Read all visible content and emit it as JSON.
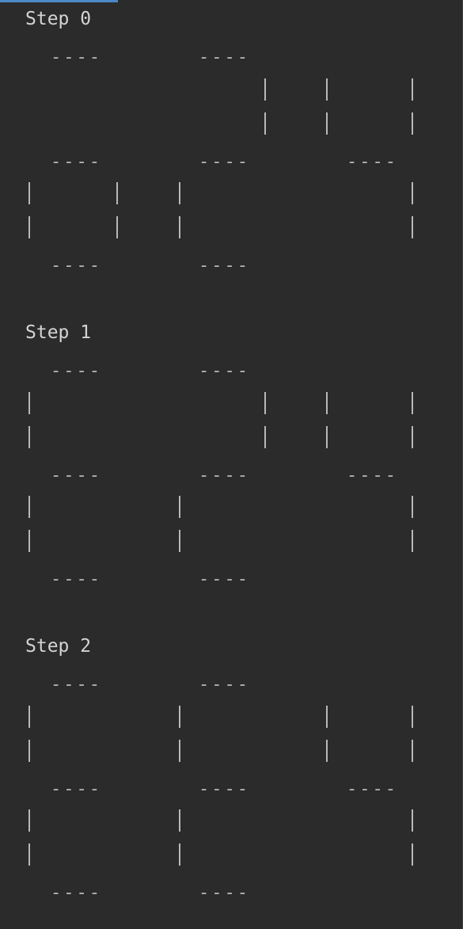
{
  "tab": {
    "accent_color": "#4a88c7"
  },
  "colors": {
    "background": "#2b2b2b",
    "text": "#d4d4d4",
    "segment": "#b8b8b8"
  },
  "console": {
    "steps": [
      {
        "label": "Step 0",
        "board": {
          "top_row": [
            "----",
            "----",
            ""
          ],
          "upper_bars": [
            false,
            false,
            false,
            true,
            true,
            true
          ],
          "middle_row": [
            "----",
            "----",
            "----"
          ],
          "lower_bars": [
            true,
            true,
            true,
            false,
            false,
            true
          ],
          "bottom_row": [
            "----",
            "----",
            ""
          ]
        }
      },
      {
        "label": "Step 1",
        "board": {
          "top_row": [
            "----",
            "----",
            ""
          ],
          "upper_bars": [
            true,
            false,
            false,
            true,
            true,
            true
          ],
          "middle_row": [
            "----",
            "----",
            "----"
          ],
          "lower_bars": [
            true,
            false,
            true,
            false,
            false,
            true
          ],
          "bottom_row": [
            "----",
            "----",
            ""
          ]
        }
      },
      {
        "label": "Step 2",
        "board": {
          "top_row": [
            "----",
            "----",
            ""
          ],
          "upper_bars": [
            true,
            false,
            true,
            false,
            true,
            true
          ],
          "middle_row": [
            "----",
            "----",
            "----"
          ],
          "lower_bars": [
            true,
            false,
            true,
            false,
            false,
            true
          ],
          "bottom_row": [
            "----",
            "----",
            ""
          ]
        }
      }
    ]
  }
}
